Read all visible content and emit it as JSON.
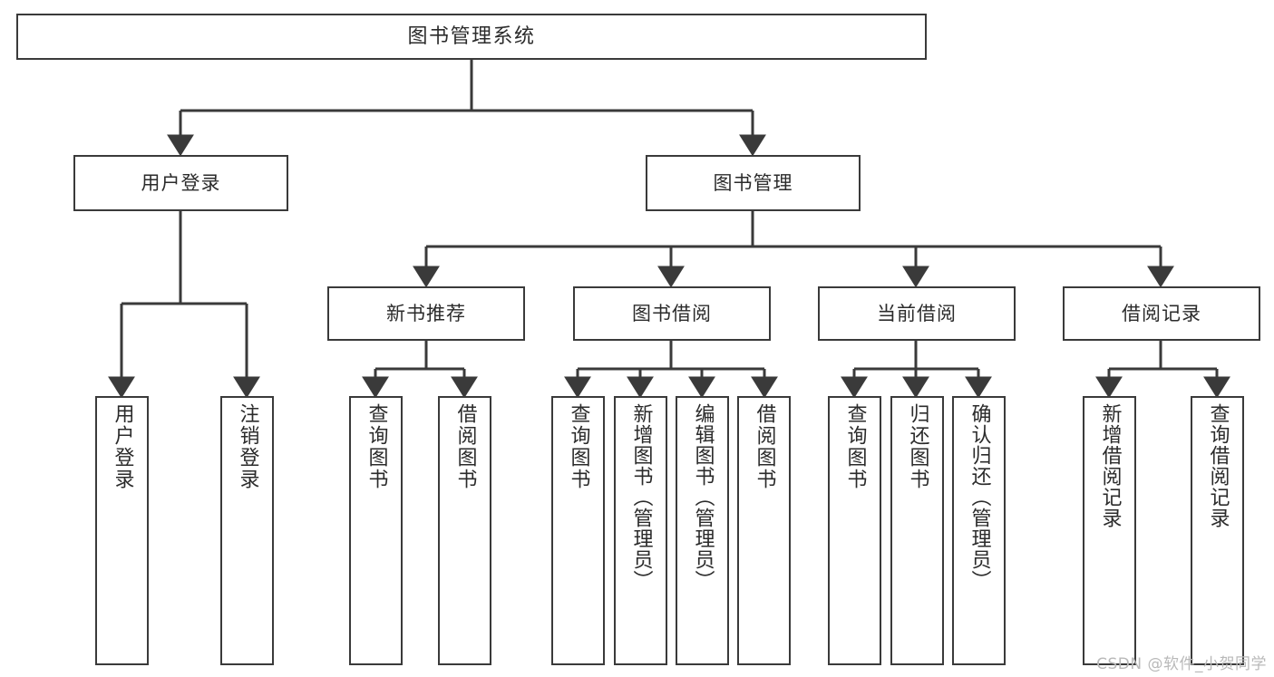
{
  "diagram": {
    "title": "图书管理系统",
    "type": "tree",
    "root": {
      "label": "图书管理系统"
    },
    "level2": [
      {
        "label": "用户登录"
      },
      {
        "label": "图书管理"
      }
    ],
    "level3": [
      {
        "label": "新书推荐"
      },
      {
        "label": "图书借阅"
      },
      {
        "label": "当前借阅"
      },
      {
        "label": "借阅记录"
      }
    ],
    "leaves": {
      "user_login": [
        {
          "label": "用户登录"
        },
        {
          "label": "注销登录"
        }
      ],
      "new_book_recommend": [
        {
          "label": "查询图书"
        },
        {
          "label": "借阅图书"
        }
      ],
      "book_borrow": [
        {
          "label": "查询图书"
        },
        {
          "label": "新增图书（管理员）"
        },
        {
          "label": "编辑图书（管理员）"
        },
        {
          "label": "借阅图书"
        }
      ],
      "current_borrow": [
        {
          "label": "查询图书"
        },
        {
          "label": "归还图书"
        },
        {
          "label": "确认归还（管理员）"
        }
      ],
      "borrow_record": [
        {
          "label": "新增借阅记录"
        },
        {
          "label": "查询借阅记录"
        }
      ]
    },
    "colors": {
      "stroke": "#3a3a3a",
      "text": "#2b2b2b",
      "background": "#ffffff",
      "watermark": "#b9b9b9"
    }
  },
  "watermark": {
    "text": "CSDN @软件_小贺同学"
  }
}
